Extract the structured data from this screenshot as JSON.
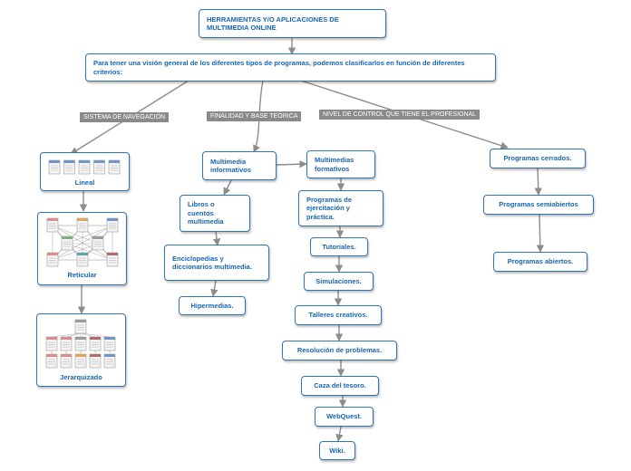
{
  "title": "HERRAMIENTAS Y/O APLICACIONES DE MULTIMEDIA ONLINE",
  "intro": "Para tener una visión general de los diferentes tipos de programas, podemos clasificarlos en función de diferentes criterios:",
  "criteria": {
    "navigation": "SISTEMA DE NAVEGACIÓN",
    "purpose": "FINALIDAD Y BASE TEÓRICA",
    "control": "NIVEL DE CONTROL QUE TIENE EL PROFESIONAL"
  },
  "navigation_types": {
    "lineal": "Lineal",
    "reticular": "Reticular",
    "jerarquizado": "Jerarquizado"
  },
  "informative": {
    "title": "Multimedia informativos",
    "items": [
      "Libros o cuentos multimedia",
      "Enciclopedias y diccionarios multimedia.",
      "Hipermedias."
    ]
  },
  "formative": {
    "title": "Multimedias formativos",
    "items": [
      "Programas de ejercitación y práctica.",
      "Tutoriales.",
      "Simulaciones.",
      "Talleres creativos.",
      "Resolución de problemas.",
      "Caza del tesoro.",
      "WebQuest.",
      "Wiki."
    ]
  },
  "control_levels": [
    "Programas cerrados.",
    "Programas semiabiertos",
    "Programas abiertos."
  ],
  "colors": {
    "node_border": "#2f74b7",
    "node_text": "#1565b4",
    "label_bg": "#8a8a8a",
    "connector": "#8c8c8c"
  }
}
